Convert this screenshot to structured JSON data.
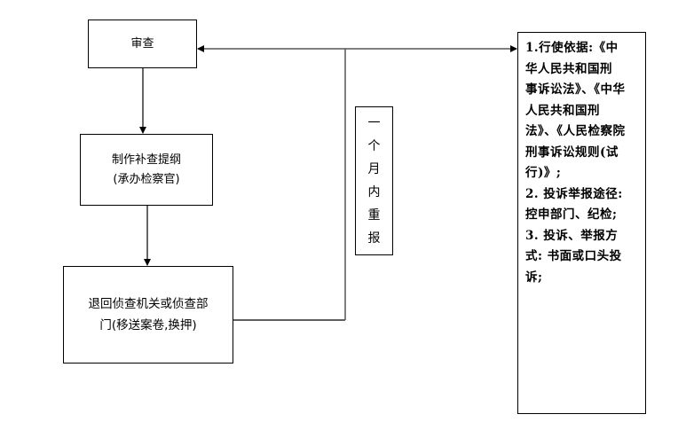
{
  "flowchart": {
    "review_box": {
      "label": "审查"
    },
    "outline_box": {
      "line1": "制作补查提纲",
      "line2": "(承办检察官)"
    },
    "return_box": {
      "line1": "退回侦查机关或侦查部",
      "line2": "门(移送案卷,换押)"
    },
    "resubmit_note": {
      "chars": [
        "一",
        "个",
        "月",
        "内",
        "重",
        "报"
      ]
    },
    "info_box": {
      "lines": [
        "1.行使依据:《中",
        "华人民共和国刑",
        "事诉讼法》、《中华",
        "人民共和国刑",
        "法》、《人民检察院",
        "刑事诉讼规则(试",
        "行)》;",
        "2. 投诉举报途径:",
        "控申部门、纪检;",
        "3. 投诉、举报方",
        "式: 书面或口头投",
        "诉;"
      ]
    }
  }
}
